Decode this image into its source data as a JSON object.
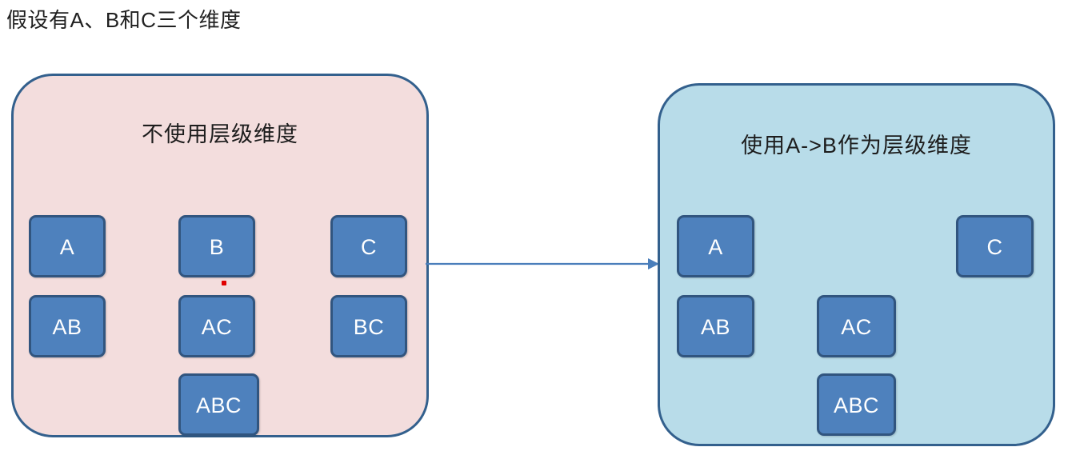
{
  "caption": "假设有A、B和C三个维度",
  "colors": {
    "left_panel_fill": "#f3dddd",
    "right_panel_fill": "#b8dce9",
    "panel_border": "#33608d",
    "node_fill": "#4e81bd",
    "node_border": "#31557f",
    "node_text": "#ffffff",
    "arrow": "#4a7ebb",
    "marker_dot": "#e00000",
    "background": "#ffffff"
  },
  "left_panel": {
    "title": "不使用层级维度",
    "nodes": [
      {
        "label": "A"
      },
      {
        "label": "B"
      },
      {
        "label": "C"
      },
      {
        "label": "AB"
      },
      {
        "label": "AC"
      },
      {
        "label": "BC"
      },
      {
        "label": "ABC"
      }
    ]
  },
  "right_panel": {
    "title": "使用A->B作为层级维度",
    "nodes": [
      {
        "label": "A"
      },
      {
        "label": "C"
      },
      {
        "label": "AB"
      },
      {
        "label": "AC"
      },
      {
        "label": "ABC"
      }
    ]
  },
  "arrow": {
    "direction": "right"
  }
}
